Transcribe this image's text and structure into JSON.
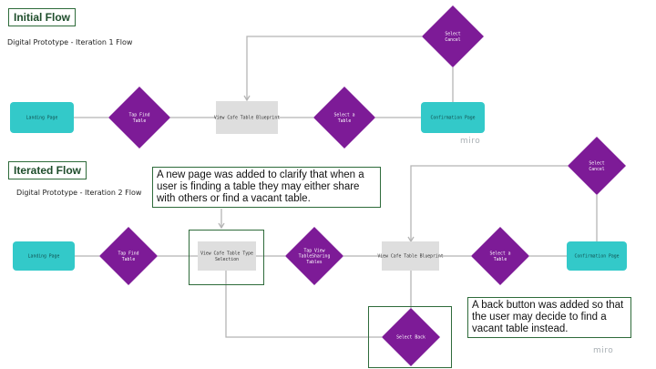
{
  "sections": {
    "initial": {
      "title": "Initial Flow",
      "subtitle": "Digital Prototype - Iteration 1 Flow",
      "nodes": {
        "landing": "Landing Page",
        "tap_find": "Tap Find\nTable",
        "blueprint": "View Cafe Table Blueprint",
        "select_table": "Select a\nTable",
        "confirmation": "Confirmation Page",
        "select_cancel": "Select\nCancel"
      }
    },
    "iterated": {
      "title": "Iterated Flow",
      "subtitle": "Digital Prototype - Iteration 2 Flow",
      "nodes": {
        "landing": "Landing Page",
        "tap_find": "Tap Find\nTable",
        "type_selection": "View Cafe Table Type\nSelection",
        "tap_view": "Tap View\nTableSharing\nTables",
        "blueprint": "View Cafe Table Blueprint",
        "select_table": "Select a\nTable",
        "confirmation": "Confirmation Page",
        "select_cancel": "Select\nCancel",
        "select_back": "Select Back"
      }
    }
  },
  "callouts": {
    "new_page": "A new page was added to clarify that when a user is finding a table they may either share with others or find a vacant table.",
    "back_button": "A back button was added so that the user may decide to find a vacant table instead."
  },
  "watermark": "miro",
  "colors": {
    "teal": "#33c9c9",
    "purple": "#7d1b97",
    "gray_box": "#dedede",
    "line": "#b5b5b5",
    "title_border": "#2e6b3a"
  }
}
